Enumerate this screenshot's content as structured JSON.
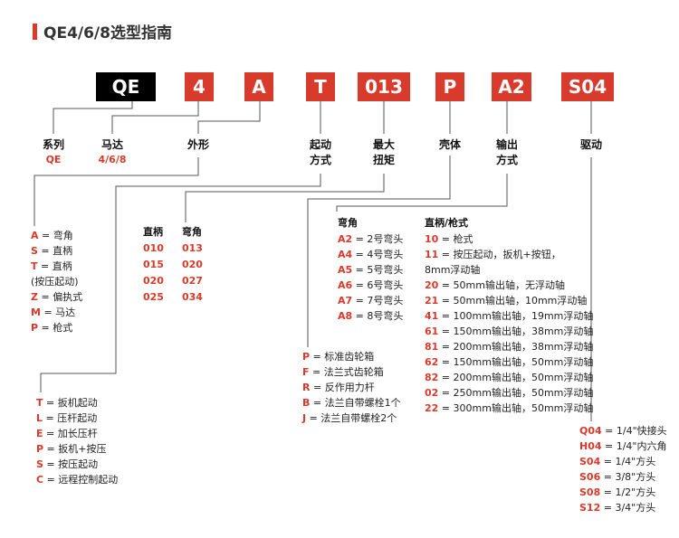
{
  "title": "QE4/6/8选型指南",
  "boxes": [
    "QE",
    "4",
    "A",
    "T",
    "013",
    "P",
    "A2",
    "S04"
  ],
  "labels": {
    "series": "系列",
    "series_val": "QE",
    "motor": "马达",
    "motor_val": "4/6/8",
    "shape": "外形",
    "start_mode": [
      "起动",
      "方式"
    ],
    "max_torque": [
      "最大",
      "扭矩"
    ],
    "housing": "壳体",
    "output_mode": [
      "输出",
      "方式"
    ],
    "drive": "驱动"
  },
  "shape_list": [
    {
      "code": "A",
      "text": " = 弯角"
    },
    {
      "code": "S",
      "text": " = 直柄"
    },
    {
      "code": "T",
      "text": " = 直柄"
    },
    {
      "code": "",
      "text": "    (按压起动)"
    },
    {
      "code": "Z",
      "text": " = 偏执式"
    },
    {
      "code": "M",
      "text": " = 马达"
    },
    {
      "code": "P",
      "text": " = 枪式"
    }
  ],
  "torque_table": {
    "headers": [
      "直柄",
      "弯角"
    ],
    "col1": [
      "010",
      "015",
      "020",
      "025"
    ],
    "col2": [
      "013",
      "020",
      "027",
      "034"
    ]
  },
  "start_list": [
    {
      "code": "T",
      "text": " = 扳机起动"
    },
    {
      "code": "L",
      "text": " = 压杆起动"
    },
    {
      "code": "E",
      "text": " = 加长压杆"
    },
    {
      "code": "P",
      "text": " = 扳机+按压"
    },
    {
      "code": "S",
      "text": " = 按压起动"
    },
    {
      "code": "C",
      "text": " = 远程控制起动"
    }
  ],
  "housing_list": [
    {
      "code": "P",
      "text": " = 标准齿轮箱"
    },
    {
      "code": "F",
      "text": " = 法兰式齿轮箱"
    },
    {
      "code": "R",
      "text": " = 反作用力杆"
    },
    {
      "code": "B",
      "text": " = 法兰自带螺栓1个"
    },
    {
      "code": "J",
      "text": " = 法兰自带螺栓2个"
    }
  ],
  "angle_header": "弯角",
  "angle_list": [
    {
      "code": "A2",
      "text": " = 2号弯头"
    },
    {
      "code": "A4",
      "text": " = 4号弯头"
    },
    {
      "code": "A5",
      "text": " = 5号弯头"
    },
    {
      "code": "A6",
      "text": " = 6号弯头"
    },
    {
      "code": "A7",
      "text": " = 7号弯头"
    },
    {
      "code": "A8",
      "text": " = 8号弯头"
    }
  ],
  "straight_header": "直柄/枪式",
  "straight_list": [
    {
      "code": "10",
      "text": " = 枪式"
    },
    {
      "code": "11",
      "text": " = 按压起动，扳机+按钮，"
    },
    {
      "code": "",
      "text": "       8mm浮动轴"
    },
    {
      "code": "20",
      "text": " = 50mm输出轴，无浮动轴"
    },
    {
      "code": "21",
      "text": " = 50mm输出轴，10mm浮动轴"
    },
    {
      "code": "41",
      "text": " = 100mm输出轴，19mm浮动轴"
    },
    {
      "code": "61",
      "text": " = 150mm输出轴，38mm浮动轴"
    },
    {
      "code": "81",
      "text": " = 200mm输出轴，38mm浮动轴"
    },
    {
      "code": "62",
      "text": " = 150mm输出轴，50mm浮动轴"
    },
    {
      "code": "82",
      "text": " = 200mm输出轴，50mm浮动轴"
    },
    {
      "code": "02",
      "text": " = 250mm输出轴，50mm浮动轴"
    },
    {
      "code": "22",
      "text": " = 300mm输出轴，50mm浮动轴"
    }
  ],
  "drive_list": [
    {
      "code": "Q04",
      "text": " = 1/4\"快接头"
    },
    {
      "code": "H04",
      "text": " = 1/4\"内六角"
    },
    {
      "code": "S04",
      "text": " = 1/4\"方头"
    },
    {
      "code": "S06",
      "text": " = 3/8\"方头"
    },
    {
      "code": "S08",
      "text": " = 1/2\"方头"
    },
    {
      "code": "S12",
      "text": " = 3/4\"方头"
    }
  ]
}
